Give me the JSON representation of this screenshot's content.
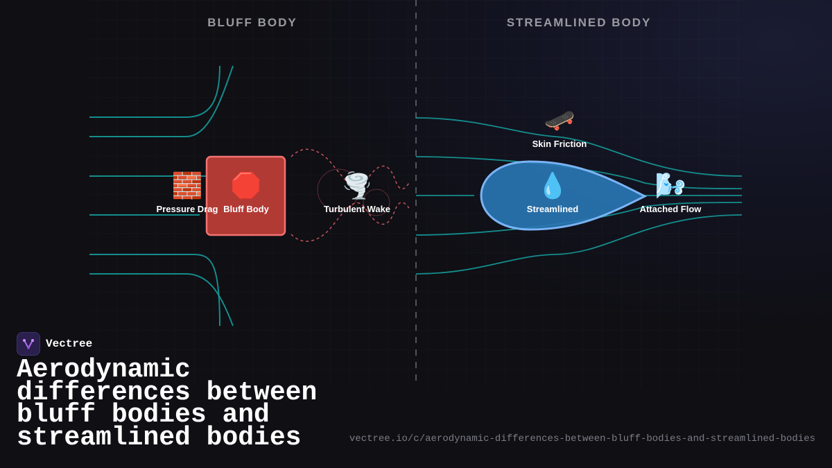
{
  "sections": {
    "left_title": "BLUFF BODY",
    "right_title": "STREAMLINED BODY"
  },
  "nodes": {
    "pressure_drag": {
      "label": "Pressure Drag",
      "icon": "brick-icon",
      "glyph": "🧱"
    },
    "bluff_body": {
      "label": "Bluff Body",
      "icon": "stop-sign-icon",
      "glyph": "🛑"
    },
    "turbulent_wake": {
      "label": "Turbulent Wake",
      "icon": "tornado-icon",
      "glyph": "🌪️"
    },
    "skin_friction": {
      "label": "Skin Friction",
      "icon": "skateboard-icon",
      "glyph": "🛹"
    },
    "streamlined": {
      "label": "Streamlined",
      "icon": "droplet-icon",
      "glyph": "💧"
    },
    "attached_flow": {
      "label": "Attached Flow",
      "icon": "wind-icon",
      "glyph": "🌬️"
    }
  },
  "colors": {
    "streamline": "#15a3a1",
    "bluff_fill": "#b23a34",
    "bluff_stroke": "#f27272",
    "wake": "#c2555b",
    "airfoil_fill": "#2a78b5",
    "airfoil_stroke": "#7ab4f5"
  },
  "brand": {
    "name": "Vectree",
    "icon": "vectree-logo-icon"
  },
  "title": "Aerodynamic differences between bluff bodies and streamlined bodies",
  "url": "vectree.io/c/aerodynamic-differences-between-bluff-bodies-and-streamlined-bodies"
}
